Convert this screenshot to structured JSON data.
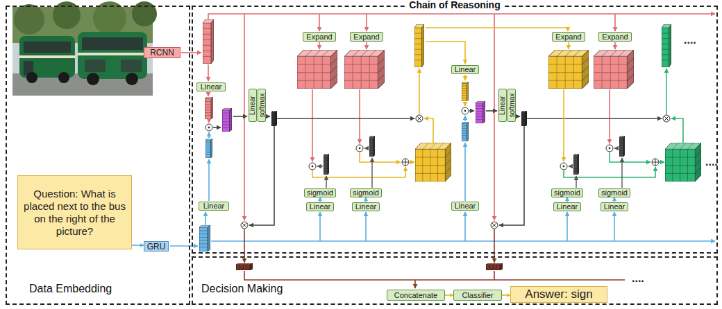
{
  "diagram": {
    "nodes": [
      {
        "text": [
          "Data Embedding"
        ]
      },
      {
        "text": [
          "Question: What is placed next to the bus on the right of the picture?"
        ],
        "in": 0
      },
      {
        "text": [
          "RCNN"
        ],
        "in": 0
      },
      {
        "text": [
          "GRU"
        ],
        "in": 0
      },
      {
        "text": [
          "Chain of Reasoning"
        ]
      },
      {
        "text": [
          "Linear"
        ],
        "in": 4
      },
      {
        "text": [
          "Linear"
        ],
        "in": 4
      },
      {
        "text": [
          "Linear"
        ],
        "in": 4
      },
      {
        "text": [
          "softmax"
        ],
        "in": 4
      },
      {
        "text": [
          "Expand"
        ],
        "in": 4
      },
      {
        "text": [
          "Expand"
        ],
        "in": 4
      },
      {
        "text": [
          "sigmoid"
        ],
        "in": 4
      },
      {
        "text": [
          "Linear"
        ],
        "in": 4
      },
      {
        "text": [
          "sigmoid"
        ],
        "in": 4
      },
      {
        "text": [
          "Linear"
        ],
        "in": 4
      },
      {
        "text": [
          "Linear"
        ],
        "in": 4
      },
      {
        "text": [
          "Linear"
        ],
        "in": 4
      },
      {
        "text": [
          "Linear"
        ],
        "in": 4
      },
      {
        "text": [
          "softmax"
        ],
        "in": 4
      },
      {
        "text": [
          "Expand"
        ],
        "in": 4
      },
      {
        "text": [
          "Expand"
        ],
        "in": 4
      },
      {
        "text": [
          "sigmoid"
        ],
        "in": 4
      },
      {
        "text": [
          "Linear"
        ],
        "in": 4
      },
      {
        "text": [
          "sigmoid"
        ],
        "in": 4
      },
      {
        "text": [
          "Linear"
        ],
        "in": 4
      },
      {
        "text": [
          "Decision Making"
        ]
      },
      {
        "text": [
          "Concatenate"
        ],
        "in": 25
      },
      {
        "text": [
          "Classifier"
        ],
        "in": 25
      },
      {
        "text": [
          "Answer: sign"
        ],
        "in": 25
      }
    ],
    "edges": [
      {
        "from": 1,
        "to": 3,
        "arrow": "to"
      },
      {
        "from": 12,
        "to": 11,
        "arrow": "to"
      },
      {
        "from": 14,
        "to": 13,
        "arrow": "to"
      },
      {
        "from": 22,
        "to": 21,
        "arrow": "to"
      },
      {
        "from": 24,
        "to": 23,
        "arrow": "to"
      },
      {
        "from": 26,
        "to": 27,
        "arrow": "to"
      },
      {
        "from": 27,
        "to": 28,
        "arrow": "to"
      }
    ],
    "labels": [
      "....",
      "....",
      "...."
    ]
  }
}
